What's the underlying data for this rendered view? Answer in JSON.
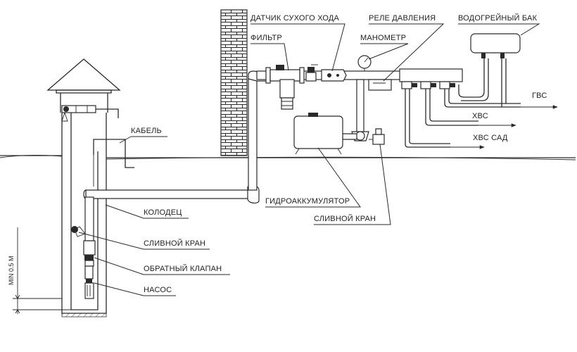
{
  "labels": {
    "dry_run_sensor": "ДАТЧИК СУХОГО ХОДА",
    "filter": "ФИЛЬТР",
    "pressure_relay": "РЕЛЕ ДАВЛЕНИЯ",
    "manometer": "МАНОМЕТР",
    "water_heater": "ВОДОГРЕЙНЫЙ БАК",
    "cable": "КАБЕЛЬ",
    "hot_water": "ГВС",
    "cold_water": "ХВС",
    "cold_water_garden": "ХВС САД",
    "accumulator": "ГИДРОАККУМУЛЯТОР",
    "drain_valve_right": "СЛИВНОЙ КРАН",
    "well": "КОЛОДЕЦ",
    "drain_valve_left": "СЛИВНОЙ КРАН",
    "check_valve": "ОБРАТНЫЙ КЛАПАН",
    "pump": "НАСОС",
    "min_depth": "MIN 0.5 M"
  },
  "colors": {
    "ink": "#2a2a2a",
    "background": "#ffffff"
  }
}
